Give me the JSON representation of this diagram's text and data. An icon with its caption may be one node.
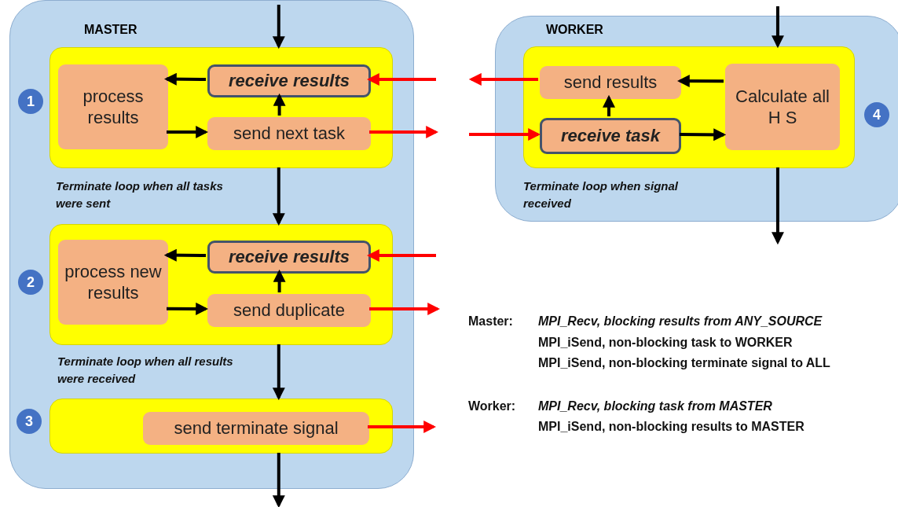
{
  "diagram": {
    "nodes": [
      {
        "text": [
          "MASTER"
        ]
      },
      {
        "text": [],
        "shape": "box",
        "in": 0,
        "beside": [
          "Terminate loop when all tasks were sent"
        ]
      },
      {
        "text": [
          "process results"
        ],
        "in": 1
      },
      {
        "text": [
          "receive results"
        ],
        "in": 1
      },
      {
        "text": [
          "send next task"
        ],
        "in": 1
      },
      {
        "text": [],
        "shape": "box",
        "in": 0,
        "beside": [
          "Terminate loop when all results were received"
        ]
      },
      {
        "text": [
          "process new results"
        ],
        "in": 5
      },
      {
        "text": [
          "receive results"
        ],
        "in": 5
      },
      {
        "text": [
          "send duplicate"
        ],
        "in": 5
      },
      {
        "text": [],
        "shape": "box",
        "in": 0
      },
      {
        "text": [
          "send terminate signal"
        ],
        "in": 9
      },
      {
        "text": [
          "WORKER"
        ]
      },
      {
        "text": [],
        "shape": "box",
        "in": 11,
        "beside": [
          "Terminate loop when signal received"
        ]
      },
      {
        "text": [
          "send results"
        ],
        "in": 12
      },
      {
        "text": [
          "receive task"
        ],
        "in": 12
      },
      {
        "text": [
          "Calculate all H S"
        ],
        "in": 12
      },
      {
        "text": [
          "1"
        ],
        "in": 0
      },
      {
        "text": [
          "2"
        ],
        "in": 0
      },
      {
        "text": [
          "3"
        ],
        "in": 0
      },
      {
        "text": [
          "4"
        ],
        "in": 11
      }
    ],
    "edges": [
      {
        "from": null,
        "to": 1,
        "arrow": "to"
      },
      {
        "from": 3,
        "to": 2,
        "arrow": "to"
      },
      {
        "from": 2,
        "to": 4,
        "arrow": "to"
      },
      {
        "from": 4,
        "to": 3,
        "arrow": "to"
      },
      {
        "from": null,
        "to": 3,
        "arrow": "to",
        "color": "#ff0000"
      },
      {
        "from": 4,
        "to": null,
        "arrow": "to",
        "color": "#ff0000"
      },
      {
        "from": 1,
        "to": 5,
        "arrow": "to"
      },
      {
        "from": 7,
        "to": 6,
        "arrow": "to"
      },
      {
        "from": 6,
        "to": 8,
        "arrow": "to"
      },
      {
        "from": 8,
        "to": 7,
        "arrow": "to"
      },
      {
        "from": null,
        "to": 7,
        "arrow": "to",
        "color": "#ff0000"
      },
      {
        "from": 8,
        "to": null,
        "arrow": "to",
        "color": "#ff0000"
      },
      {
        "from": 5,
        "to": 9,
        "arrow": "to"
      },
      {
        "from": 10,
        "to": null,
        "arrow": "to",
        "color": "#ff0000"
      },
      {
        "from": 9,
        "to": null,
        "arrow": "to"
      },
      {
        "from": null,
        "to": 12,
        "arrow": "to"
      },
      {
        "from": 14,
        "to": 15,
        "arrow": "to"
      },
      {
        "from": 15,
        "to": 13,
        "arrow": "to"
      },
      {
        "from": 14,
        "to": 13,
        "arrow": "to"
      },
      {
        "from": 13,
        "to": null,
        "arrow": "to",
        "color": "#ff0000"
      },
      {
        "from": null,
        "to": 14,
        "arrow": "to",
        "color": "#ff0000"
      },
      {
        "from": 12,
        "to": null,
        "arrow": "to"
      }
    ],
    "labels": [
      "Master:",
      "MPI_Recv, blocking results from ANY_SOURCE",
      "MPI_iSend, non-blocking task to WORKER",
      "MPI_iSend, non-blocking terminate signal to ALL",
      "Worker:",
      "MPI_Recv, blocking task from MASTER",
      "MPI_iSend, non-blocking results to MASTER"
    ]
  }
}
